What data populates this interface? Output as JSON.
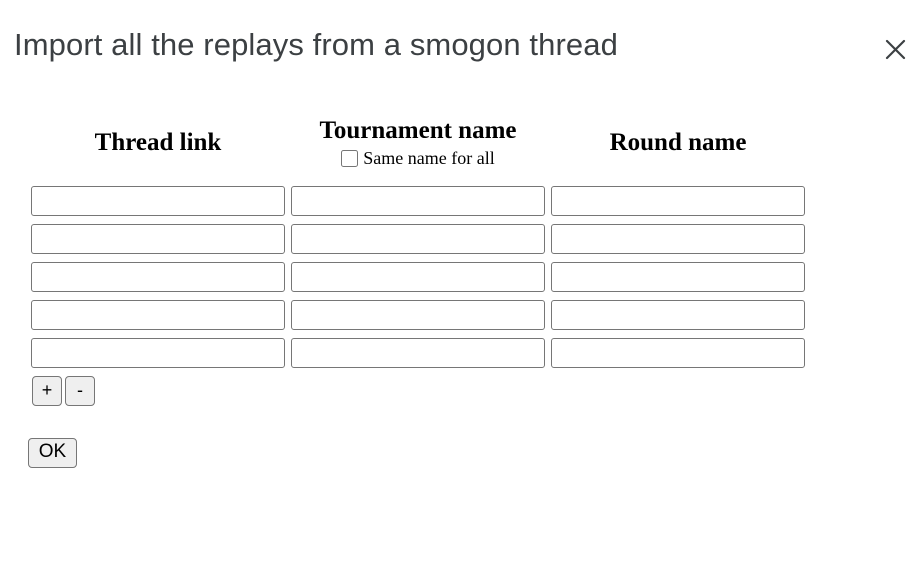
{
  "dialog": {
    "title": "Import all the replays from a smogon thread",
    "close_icon": "close-icon"
  },
  "table": {
    "columns": {
      "thread_link": {
        "label": "Thread link"
      },
      "tournament_name": {
        "label": "Tournament name",
        "checkbox_label": "Same name for all",
        "checkbox_checked": false
      },
      "round_name": {
        "label": "Round name"
      }
    },
    "rows": [
      {
        "thread_link": "",
        "tournament_name": "",
        "round_name": ""
      },
      {
        "thread_link": "",
        "tournament_name": "",
        "round_name": ""
      },
      {
        "thread_link": "",
        "tournament_name": "",
        "round_name": ""
      },
      {
        "thread_link": "",
        "tournament_name": "",
        "round_name": ""
      },
      {
        "thread_link": "",
        "tournament_name": "",
        "round_name": ""
      }
    ]
  },
  "controls": {
    "add_row_label": "+",
    "remove_row_label": "-",
    "ok_label": "OK"
  },
  "colors": {
    "title_text": "#3c4043",
    "header_text": "#000000",
    "input_border": "#767676",
    "button_bg": "#efefef",
    "button_border": "#767676",
    "background": "#ffffff"
  }
}
